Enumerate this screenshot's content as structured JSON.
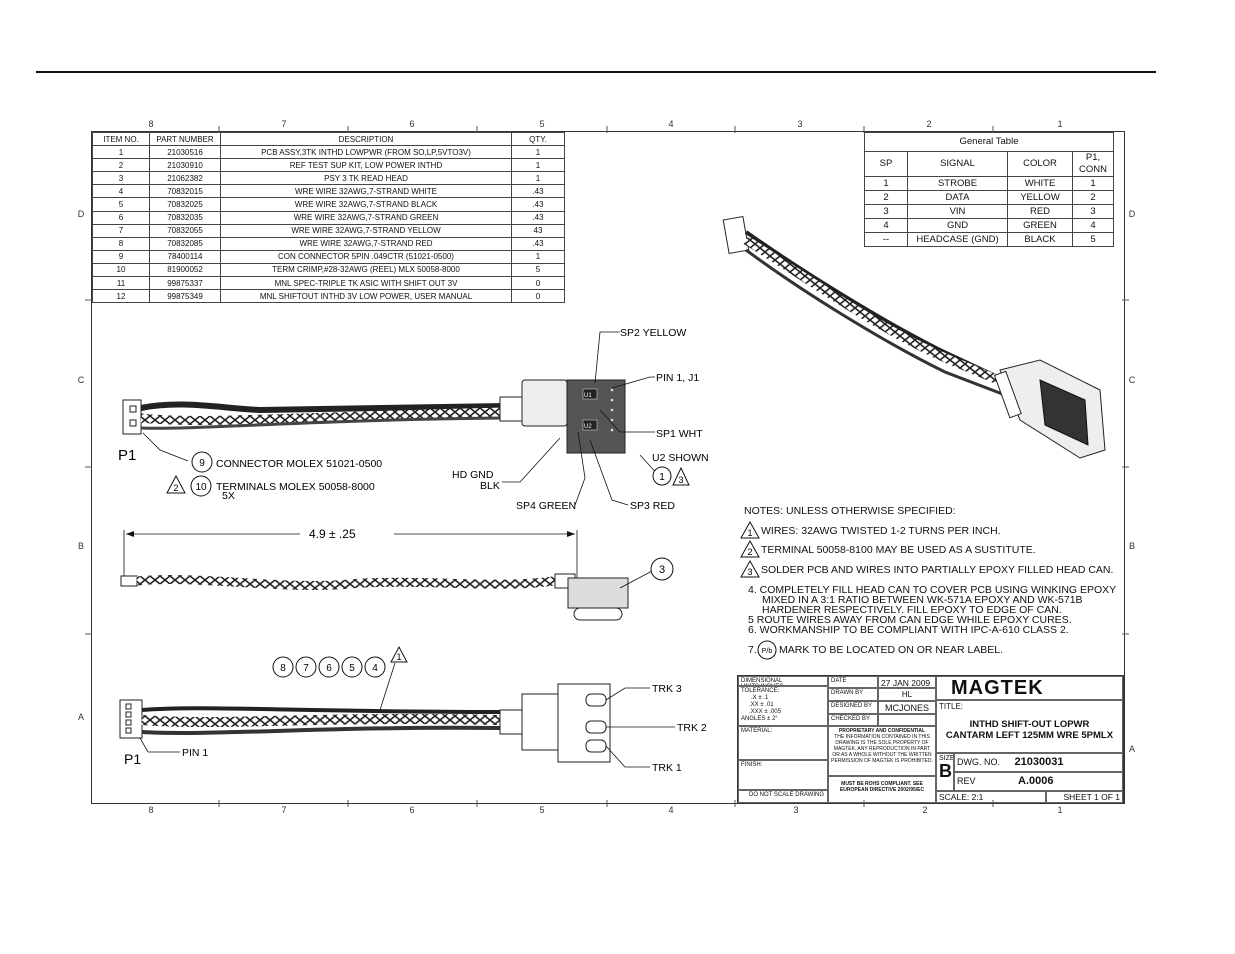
{
  "zones": {
    "top": [
      "8",
      "7",
      "6",
      "5",
      "4",
      "3",
      "2",
      "1"
    ],
    "bottom": [
      "8",
      "7",
      "6",
      "5",
      "4",
      "3",
      "2",
      "1"
    ],
    "left": [
      "D",
      "C",
      "B",
      "A"
    ],
    "right": [
      "D",
      "C",
      "B",
      "A"
    ]
  },
  "bom": {
    "headers": [
      "ITEM NO.",
      "PART NUMBER",
      "DESCRIPTION",
      "QTY."
    ],
    "rows": [
      [
        "1",
        "21030516",
        "PCB ASSY,3TK INTHD LOWPWR (FROM SO,LP,5VTO3V)",
        "1"
      ],
      [
        "2",
        "21030910",
        "REF TEST SUP KIT, LOW POWER INTHD",
        "1"
      ],
      [
        "3",
        "21062382",
        "PSY 3 TK READ HEAD",
        "1"
      ],
      [
        "4",
        "70832015",
        "WRE WIRE 32AWG,7-STRAND WHITE",
        ".43"
      ],
      [
        "5",
        "70832025",
        "WRE WIRE 32AWG,7-STRAND BLACK",
        ".43"
      ],
      [
        "6",
        "70832035",
        "WRE WIRE 32AWG,7-STRAND GREEN",
        ".43"
      ],
      [
        "7",
        "70832055",
        "WRE WIRE 32AWG,7-STRAND YELLOW",
        "43"
      ],
      [
        "8",
        "70832085",
        "WRE WIRE 32AWG,7-STRAND RED",
        ".43"
      ],
      [
        "9",
        "78400114",
        "CON CONNECTOR 5PIN .049CTR (51021-0500)",
        "1"
      ],
      [
        "10",
        "81900052",
        "TERM CRIMP,#28-32AWG (REEL) MLX 50058-8000",
        "5"
      ],
      [
        "11",
        "99875337",
        "MNL SPEC-TRIPLE TK ASIC WITH SHIFT OUT 3V",
        "0"
      ],
      [
        "12",
        "99875349",
        "MNL SHIFTOUT INTHD 3V LOW POWER, USER MANUAL",
        "0"
      ]
    ]
  },
  "general_table": {
    "title": "General Table",
    "headers": [
      "SP",
      "SIGNAL",
      "COLOR",
      "P1, CONN"
    ],
    "rows": [
      [
        "1",
        "STROBE",
        "WHITE",
        "1"
      ],
      [
        "2",
        "DATA",
        "YELLOW",
        "2"
      ],
      [
        "3",
        "VIN",
        "RED",
        "3"
      ],
      [
        "4",
        "GND",
        "GREEN",
        "4"
      ],
      [
        "--",
        "HEADCASE (GND)",
        "BLACK",
        "5"
      ]
    ]
  },
  "view1": {
    "sp2": "SP2 YELLOW",
    "pin1": "PIN 1, J1",
    "sp1": "SP1 WHT",
    "u2": "U2 SHOWN",
    "u2_balloon": "1",
    "u2_flag": "3",
    "hdgnd": "HD GND",
    "blk": "BLK",
    "sp4": "SP4 GREEN",
    "sp3": "SP3 RED",
    "p1": "P1",
    "b9": "9",
    "b9_text": "CONNECTOR MOLEX 51021-0500",
    "b10_flag": "2",
    "b10": "10",
    "b10_text": "TERMINALS MOLEX 50058-8000",
    "b10_qty": "5X",
    "pcb_u1": "U1",
    "pcb_u2": "U2"
  },
  "view2": {
    "dim": "4.9 ± .25",
    "b3": "3"
  },
  "view3": {
    "balloons": [
      "8",
      "7",
      "6",
      "5",
      "4"
    ],
    "flag": "1",
    "trk3": "TRK 3",
    "trk2": "TRK 2",
    "trk1": "TRK 1",
    "p1": "P1",
    "pin1": "PIN 1"
  },
  "notes": {
    "heading": "NOTES: UNLESS OTHERWISE SPECIFIED:",
    "n1_flag": "1",
    "n1": "WIRES: 32AWG TWISTED 1-2 TURNS PER INCH.",
    "n2_flag": "2",
    "n2": "TERMINAL 50058-8100 MAY BE USED AS A SUSTITUTE.",
    "n3_flag": "3",
    "n3": "SOLDER PCB AND WIRES INTO PARTIALLY EPOXY FILLED HEAD CAN.",
    "n4a": "4.  COMPLETELY FILL HEAD CAN TO COVER PCB USING WINKING EPOXY",
    "n4b": "MIXED IN A 3:1 RATIO BETWEEN WK-571A EPOXY AND WK-571B",
    "n4c": "HARDENER RESPECTIVELY. FILL EPOXY TO EDGE OF CAN.",
    "n5": "5  ROUTE WIRES AWAY FROM CAN EDGE WHILE EPOXY CURES.",
    "n6": "6.  WORKMANSHIP TO BE COMPLIANT WITH IPC-A-610 CLASS 2.",
    "n7_pre": "7.",
    "n7_sym": "P/b",
    "n7": "MARK TO BE LOCATED ON OR NEAR LABEL."
  },
  "title_block": {
    "dim_units": "DIMENSIONAL UNITS:INCHES",
    "tolerance": "TOLERANCE:",
    "tol1": ".X   ± .1",
    ".tol2": "",
    "tol2": ".XX   ± .01",
    "tol3": ".XXX ± .005",
    "tol4": "ANGLES ± 2°",
    "material": "MATERIAL:",
    "finish": "FINISH:",
    "noscale": "DO NOT SCALE DRAWING",
    "date_lbl": "DATE",
    "date": "27 JAN 2009",
    "drawn_lbl": "DRAWN BY",
    "drawn": "HL",
    "designed_lbl": "DESIGNED BY",
    "designed": "MCJONES",
    "checked_lbl": "CHECKED BY",
    "prop_title": "PROPRIETARY AND CONFIDENTIAL",
    "prop_text": "THE INFORMATION CONTAINED IN THIS DRAWING IS THE SOLE PROPERTY OF MAGTEK. ANY REPRODUCTION IN PART OR AS A WHOLE WITHOUT THE WRITTEN PERMISSION OF MAGTEK IS PROHIBITED.",
    "rohs": "MUST BE ROHS COMPLIANT. SEE EUROPEAN DIRECTIVE 2002/95/EC",
    "company": "MAGTEK",
    "title_lbl": "TITLE:",
    "title1": "INTHD SHIFT-OUT LOPWR",
    "title2": "CANTARM LEFT 125MM WRE 5PMLX",
    "size_lbl": "SIZE",
    "size": "B",
    "dwg_lbl": "DWG. NO.",
    "dwg": "21030031",
    "rev_lbl": "REV",
    "rev": "A.0006",
    "scale": "SCALE: 2:1",
    "sheet": "SHEET 1 OF 1"
  }
}
